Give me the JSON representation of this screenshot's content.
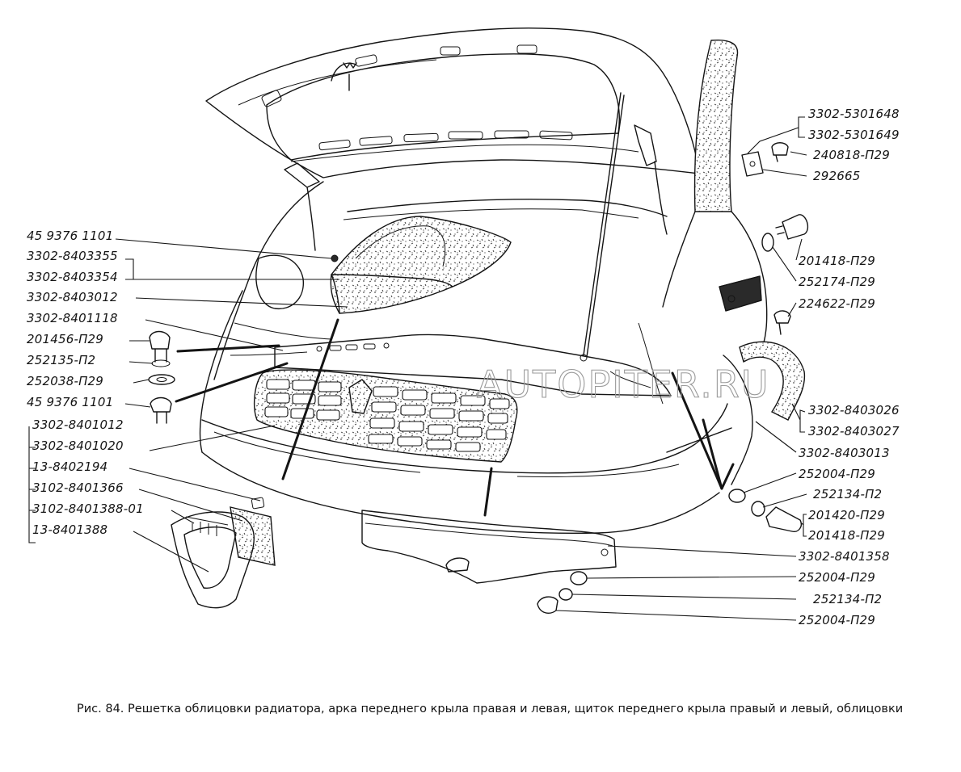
{
  "caption": "Рис. 84. Решетка облицовки радиатора, арка переднего крыла правая и левая, щиток переднего крыла правый и левый, облицовки",
  "watermark": "AUTOPITER.RU",
  "callouts_left": [
    "45 9376 1101",
    "3302-8403355",
    "3302-8403354",
    "3302-8403012",
    "3302-8401118",
    "201456-П29",
    "252135-П2",
    "252038-П29",
    "45 9376 1101",
    "3302-8401012",
    "3302-8401020",
    "13-8402194",
    "3102-8401366",
    "3102-8401388-01",
    "13-8401388"
  ],
  "callouts_right": [
    "3302-5301648",
    "3302-5301649",
    "240818-П29",
    "292665",
    "201418-П29",
    "252174-П29",
    "224622-П29",
    "3302-8403026",
    "3302-8403027",
    "3302-8403013",
    "252004-П29",
    "252134-П2",
    "201420-П29",
    "201418-П29",
    "3302-8401358",
    "252004-П29",
    "252134-П2",
    "252004-П29"
  ]
}
